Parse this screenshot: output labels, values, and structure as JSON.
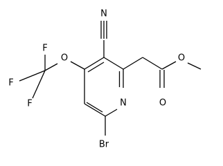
{
  "molecule": {
    "atoms": {
      "nitrile_n": "N",
      "ether_o": "O",
      "f_top": "F",
      "f_left": "F",
      "f_bottom": "F",
      "ring_n": "N",
      "bromine": "Br",
      "carbonyl_o": "O",
      "ester_o": "O"
    }
  }
}
